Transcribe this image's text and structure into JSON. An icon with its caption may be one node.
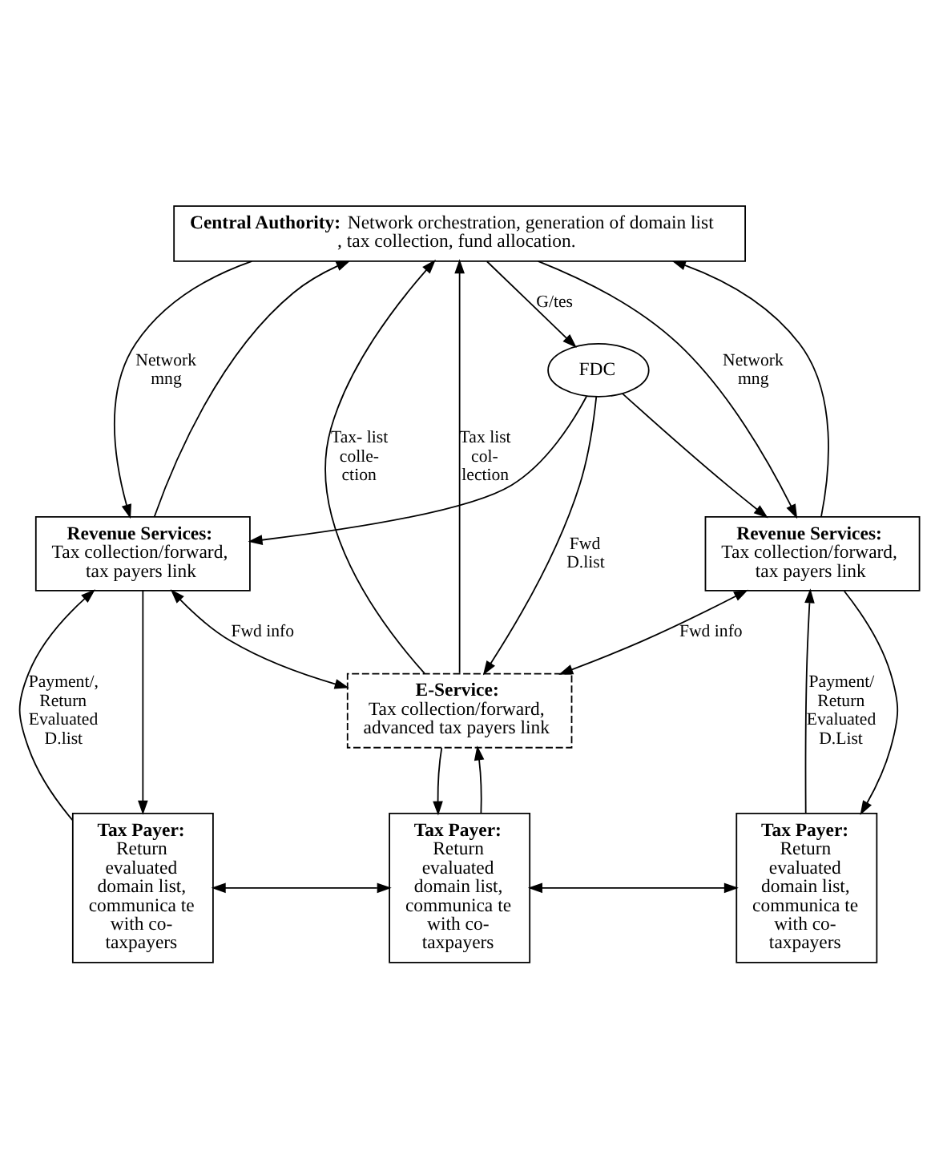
{
  "diagram": {
    "nodes": [
      {
        "text": [
          "Central Authority:",
          "Network orchestration, generation of domain list , tax collection, fund allocation."
        ]
      },
      {
        "text": [
          "FDC"
        ]
      },
      {
        "text": [
          "Revenue Services:",
          "Tax collection/forward, tax payers link"
        ]
      },
      {
        "text": [
          "Revenue Services:",
          "Tax collection/forward, tax payers link"
        ]
      },
      {
        "text": [
          "E-Service:",
          "Tax collection/forward, advanced tax payers link"
        ]
      },
      {
        "text": [
          "Tax Payer:",
          "Return evaluated domain list, communica te with co-taxpayers"
        ]
      },
      {
        "text": [
          "Tax Payer:",
          "Return evaluated domain list, communica te with co-taxpayers"
        ]
      },
      {
        "text": [
          "Tax Payer:",
          "Return evaluated domain list, communica te with co-taxpayers"
        ]
      }
    ],
    "edges": [
      {
        "from": 2,
        "to": 0,
        "arrow": "to"
      },
      {
        "from": 4,
        "to": 0,
        "arrow": "to",
        "label": "Tax- list colle- ction"
      },
      {
        "from": 0,
        "to": 2,
        "arrow": "to",
        "label": "Network mng"
      },
      {
        "from": 0,
        "to": 1,
        "arrow": "to",
        "label": "G/tes"
      },
      {
        "from": 0,
        "to": 3,
        "arrow": "to",
        "label": "Network mng"
      },
      {
        "from": 4,
        "to": 0,
        "arrow": "to",
        "label": "Tax list col- lection"
      },
      {
        "from": 3,
        "to": 0,
        "arrow": "to"
      },
      {
        "from": 1,
        "to": 2,
        "arrow": "to"
      },
      {
        "from": 1,
        "to": 4,
        "arrow": "to",
        "label": "Fwd D.list"
      },
      {
        "from": 1,
        "to": 3,
        "arrow": "to"
      },
      {
        "from": 2,
        "to": 4,
        "arrow": "both",
        "label": "Fwd info"
      },
      {
        "from": 3,
        "to": 4,
        "arrow": "both",
        "label": "Fwd info"
      },
      {
        "from": 5,
        "to": 2,
        "arrow": "to",
        "label": "Payment/, Return Evaluated D.list"
      },
      {
        "from": 2,
        "to": 5,
        "arrow": "to"
      },
      {
        "from": 6,
        "to": 4,
        "arrow": "to"
      },
      {
        "from": 4,
        "to": 6,
        "arrow": "to"
      },
      {
        "from": 3,
        "to": 7,
        "arrow": "to"
      },
      {
        "from": 7,
        "to": 3,
        "arrow": "to",
        "label": "Payment/ Return Evaluated D.List"
      },
      {
        "from": 5,
        "to": 6,
        "arrow": "both"
      },
      {
        "from": 6,
        "to": 7,
        "arrow": "both"
      }
    ]
  }
}
